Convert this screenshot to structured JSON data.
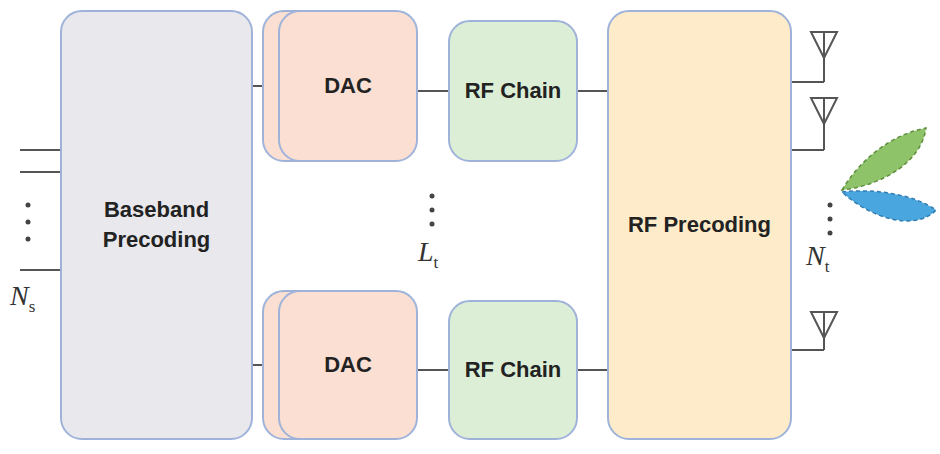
{
  "diagram": {
    "nodes": [
      {
        "text": [
          "Baseband Precoding"
        ]
      },
      {
        "text": [
          "DAC"
        ]
      },
      {
        "text": [
          "RF Chain"
        ]
      },
      {
        "text": [
          "DAC"
        ]
      },
      {
        "text": [
          "RF Chain"
        ]
      },
      {
        "text": [
          "RF Precoding"
        ]
      }
    ],
    "edges": [
      {
        "from": 0,
        "to": 1,
        "arrow": "none"
      },
      {
        "from": 1,
        "to": 2,
        "arrow": "none"
      },
      {
        "from": 2,
        "to": 5,
        "arrow": "none"
      },
      {
        "from": 0,
        "to": 3,
        "arrow": "none"
      },
      {
        "from": 3,
        "to": 4,
        "arrow": "none"
      },
      {
        "from": 4,
        "to": 5,
        "arrow": "none"
      }
    ],
    "labels": [
      "Ns",
      "Lt",
      "Nt"
    ]
  }
}
